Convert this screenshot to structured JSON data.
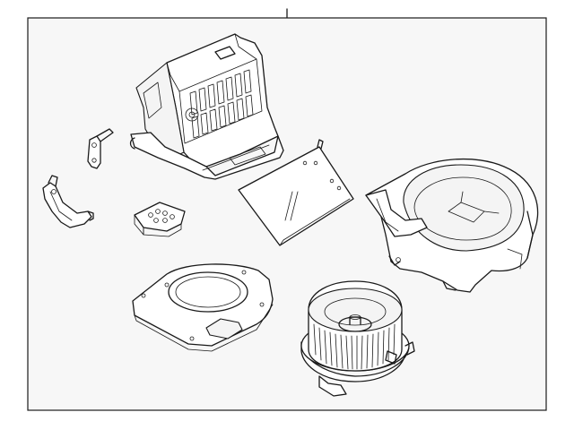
{
  "diagram": {
    "type": "exploded-parts-view",
    "callout_label": "",
    "background": "#f7f7f7",
    "line_color": "#1a1a1a",
    "parts": [
      {
        "id": "blower-case-upper",
        "icon": "evaporator-housing"
      },
      {
        "id": "bracket-small",
        "icon": "bracket"
      },
      {
        "id": "actuator-arm",
        "icon": "lever-arm"
      },
      {
        "id": "resistor",
        "icon": "blower-resistor"
      },
      {
        "id": "air-filter-door",
        "icon": "filter-panel"
      },
      {
        "id": "blower-housing",
        "icon": "scroll-housing"
      },
      {
        "id": "lower-cover",
        "icon": "mounting-plate"
      },
      {
        "id": "blower-motor",
        "icon": "blower-motor-wheel"
      }
    ]
  }
}
